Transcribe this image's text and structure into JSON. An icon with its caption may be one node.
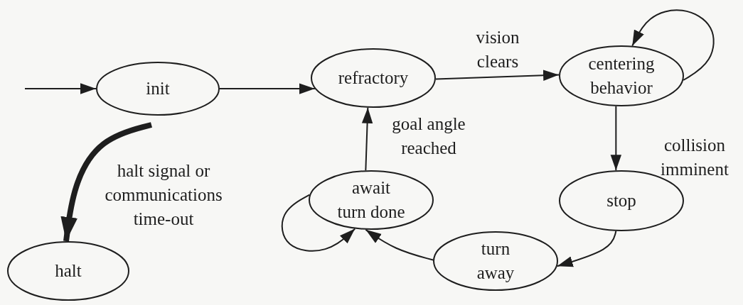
{
  "diagram": {
    "nodes": [
      {
        "text": [
          "init"
        ]
      },
      {
        "text": [
          "refractory"
        ]
      },
      {
        "text": [
          "centering behavior"
        ]
      },
      {
        "text": [
          "stop"
        ]
      },
      {
        "text": [
          "turn away"
        ]
      },
      {
        "text": [
          "await turn done"
        ]
      },
      {
        "text": [
          "halt"
        ]
      }
    ],
    "edges": [
      {
        "from": null,
        "to": 0,
        "arrow": "to"
      },
      {
        "from": 0,
        "to": 1,
        "arrow": "to"
      },
      {
        "from": 1,
        "to": 2,
        "arrow": "to",
        "label": "vision clears"
      },
      {
        "from": 2,
        "to": 2,
        "arrow": "to"
      },
      {
        "from": 2,
        "to": 3,
        "arrow": "to",
        "label": "collision imminent"
      },
      {
        "from": 3,
        "to": 4,
        "arrow": "to"
      },
      {
        "from": 4,
        "to": 5,
        "arrow": "to"
      },
      {
        "from": 5,
        "to": 5,
        "arrow": "to"
      },
      {
        "from": 5,
        "to": 1,
        "arrow": "to",
        "label": "goal angle reached"
      },
      {
        "from": null,
        "to": 6,
        "arrow": "to",
        "label": "halt signal or communications time-out",
        "style": "thick"
      }
    ]
  }
}
